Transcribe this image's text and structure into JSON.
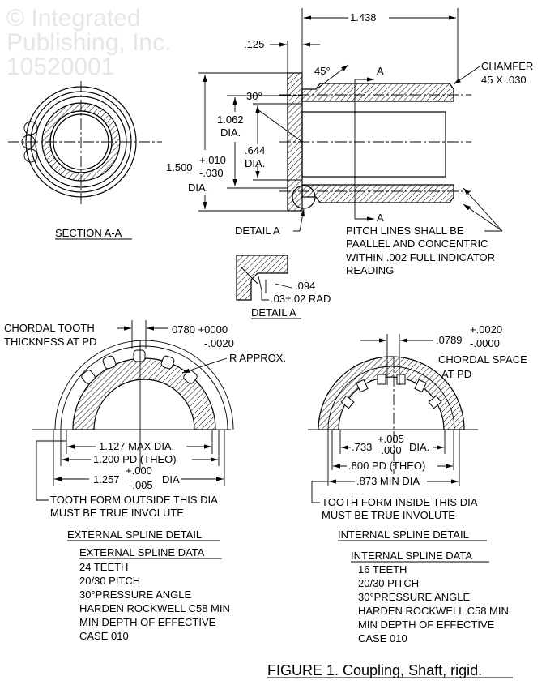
{
  "figure": {
    "caption": "FIGURE 1. Coupling, Shaft, rigid.",
    "watermark": [
      "© Integrated",
      "Publishing, Inc.",
      "10520001"
    ]
  },
  "side_view": {
    "length": "1.438",
    "flange_thickness": ".125",
    "angle_45": "45°",
    "angle_30": "30°",
    "section_mark": "A",
    "chamfer": [
      "CHAMFER",
      "45   X .030"
    ],
    "dia_1062": [
      "1.062",
      "DIA."
    ],
    "dia_644": [
      ".644",
      "DIA."
    ],
    "dia_1500": {
      "value": "1.500",
      "plus": "+.010",
      "minus": "-.030",
      "unit": "DIA."
    },
    "detail_callout": "DETAIL A",
    "pitch_note": [
      "PITCH LINES SHALL BE",
      "PAALLEL AND CONCENTRIC",
      "WITHIN .002 FULL INDICATOR",
      "READING"
    ]
  },
  "section_view": {
    "label": "SECTION A-A"
  },
  "detail_a": {
    "dim_094": ".094",
    "radius": ".03±.02 RAD",
    "label": "DETAIL A"
  },
  "external": {
    "chordal": [
      "CHORDAL TOOTH",
      "THICKNESS AT PD"
    ],
    "chordal_value": "0780 +0000",
    "chordal_minus": "-.0020",
    "r_approx": "R APPROX.",
    "max_dia": "1.127 MAX DIA.",
    "pd": "1.200 PD (THEO)",
    "od": {
      "value": "1.257",
      "plus": "+.000",
      "minus": "-.005",
      "unit": "DIA"
    },
    "note": [
      "TOOTH FORM OUTSIDE THIS DIA",
      "MUST BE TRUE INVOLUTE"
    ],
    "detail_title": "EXTERNAL SPLINE DETAIL",
    "data_title": "EXTERNAL SPLINE DATA",
    "data": [
      "24 TEETH",
      "20/30 PITCH",
      "30°PRESSURE ANGLE",
      "HARDEN ROCKWELL C58 MIN",
      "MIN DEPTH OF EFFECTIVE",
      "CASE 010"
    ]
  },
  "internal": {
    "chordal_value": ".0789",
    "chordal_plus": "+.0020",
    "chordal_minus": "-.0000",
    "chordal": [
      "CHORDAL SPACE",
      "AT PD"
    ],
    "minor": {
      "value": ".733",
      "plus": "+.005",
      "minus": "-.000",
      "unit": "DIA."
    },
    "pd": ".800 PD (THEO)",
    "min_dia": ".873 MIN DIA",
    "note": [
      "TOOTH FORM INSIDE THIS DIA",
      "MUST BE TRUE INVOLUTE"
    ],
    "detail_title": "INTERNAL SPLINE DETAIL",
    "data_title": "INTERNAL SPLINE DATA",
    "data": [
      "16 TEETH",
      "20/30 PITCH",
      "30°PRESSURE ANGLE",
      "HARDEN ROCKWELL C58 MIN",
      "MIN DEPTH OF EFFECTIVE",
      "CASE 010"
    ]
  }
}
